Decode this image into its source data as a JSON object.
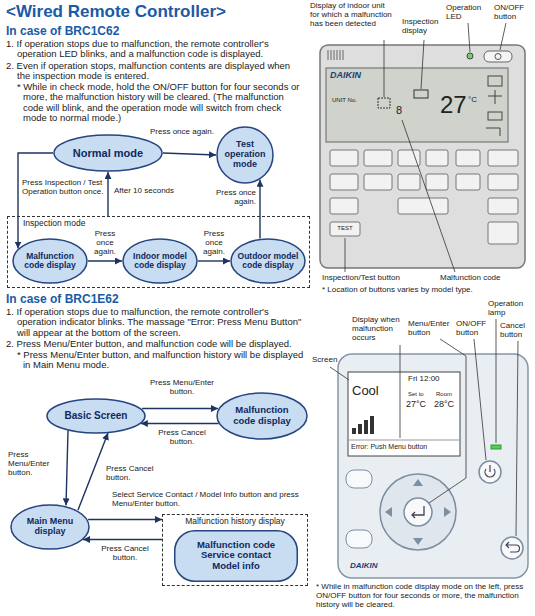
{
  "diagram": {
    "title": "<Wired Remote Controller>",
    "nodes": [
      {
        "text": [
          "Normal mode"
        ]
      },
      {
        "text": [
          "Test operation mode"
        ]
      },
      {
        "text": [
          "Inspection mode"
        ]
      },
      {
        "text": [
          "Malfunction code display"
        ],
        "in": 2
      },
      {
        "text": [
          "Indoor model code display"
        ],
        "in": 2
      },
      {
        "text": [
          "Outdoor model code display"
        ],
        "in": 2
      },
      {
        "text": [
          "Basic Screen"
        ]
      },
      {
        "text": [
          "Malfunction code display"
        ]
      },
      {
        "text": [
          "Main Menu display"
        ]
      },
      {
        "text": [
          "Malfunction history display"
        ]
      },
      {
        "text": [
          "Malfunction code Service contact Model info"
        ],
        "in": 9
      }
    ],
    "edges": [
      {
        "from": 0,
        "to": 1,
        "arrow": "to",
        "label": "Press once again."
      },
      {
        "from": 5,
        "to": 1,
        "arrow": "to",
        "label": "Press once again."
      },
      {
        "from": 2,
        "to": 0,
        "arrow": "to",
        "label": "After 10 seconds"
      },
      {
        "from": 0,
        "to": 3,
        "arrow": "to",
        "label": "Press Inspection / Test Operation button once."
      },
      {
        "from": 3,
        "to": 4,
        "arrow": "to",
        "label": "Press once again."
      },
      {
        "from": 4,
        "to": 5,
        "arrow": "to",
        "label": "Press once again."
      },
      {
        "from": 6,
        "to": 7,
        "arrow": "to",
        "label": "Press Menu/Enter button."
      },
      {
        "from": 7,
        "to": 6,
        "arrow": "to",
        "label": "Press Cancel button."
      },
      {
        "from": 6,
        "to": 8,
        "arrow": "to",
        "label": "Press Menu/Enter button."
      },
      {
        "from": 8,
        "to": 6,
        "arrow": "to",
        "label": "Press Cancel button."
      },
      {
        "from": 8,
        "to": 9,
        "arrow": "to",
        "label": "Select Service Contact / Model Info button and press Menu/Enter button."
      },
      {
        "from": 9,
        "to": 8,
        "arrow": "to",
        "label": "Press Cancel button."
      }
    ],
    "labels": [
      "In case of BRC1C62",
      "1. If operation stops due to malfunction, the remote controller's operation LED blinks, and a malfunction code is displayed.",
      "2. Even if operation stops, malfunction contents are displayed when the inspection mode is entered.",
      "* While in check mode, hold the ON/OFF button for four seconds or more, the malfunction history will be cleared. (The malfunction code will blink, and the operation mode will switch from check mode to normal mode.)",
      "In case of BRC1E62",
      "1. If operation stops due to malfunction, the remote controller's operation indicator blinks. The massage \"Error: Press Menu Button\" will appear at the bottom of the screen.",
      "2. Press Menu/Enter button, and malfunction code will be displayed.",
      "* Press Menu/Enter button, and malfunction history will be displayed in Main Menu mode.",
      "Display of indoor unit for which a malfunction has been detected",
      "Inspection display",
      "Operation LED",
      "ON/OFF button",
      "Inspection/Test button",
      "Malfunction code",
      "* Location of buttons varies by model type.",
      "DAIKIN",
      "UNIT No.",
      "8",
      "27",
      "°C",
      "TEST",
      "Screen",
      "Display when malfunction occurs",
      "Menu/Enter button",
      "ON/OFF button",
      "Operation lamp",
      "Cancel button",
      "DAIKIN",
      "Cool",
      "Fri 12:00",
      "Set to",
      "Room",
      "27°C",
      "28°C",
      "Error: Push Menu button",
      "* While in malfunction code display mode on the left, press ON/OFF button for four seconds or more, the malfunction history will be cleared."
    ]
  }
}
